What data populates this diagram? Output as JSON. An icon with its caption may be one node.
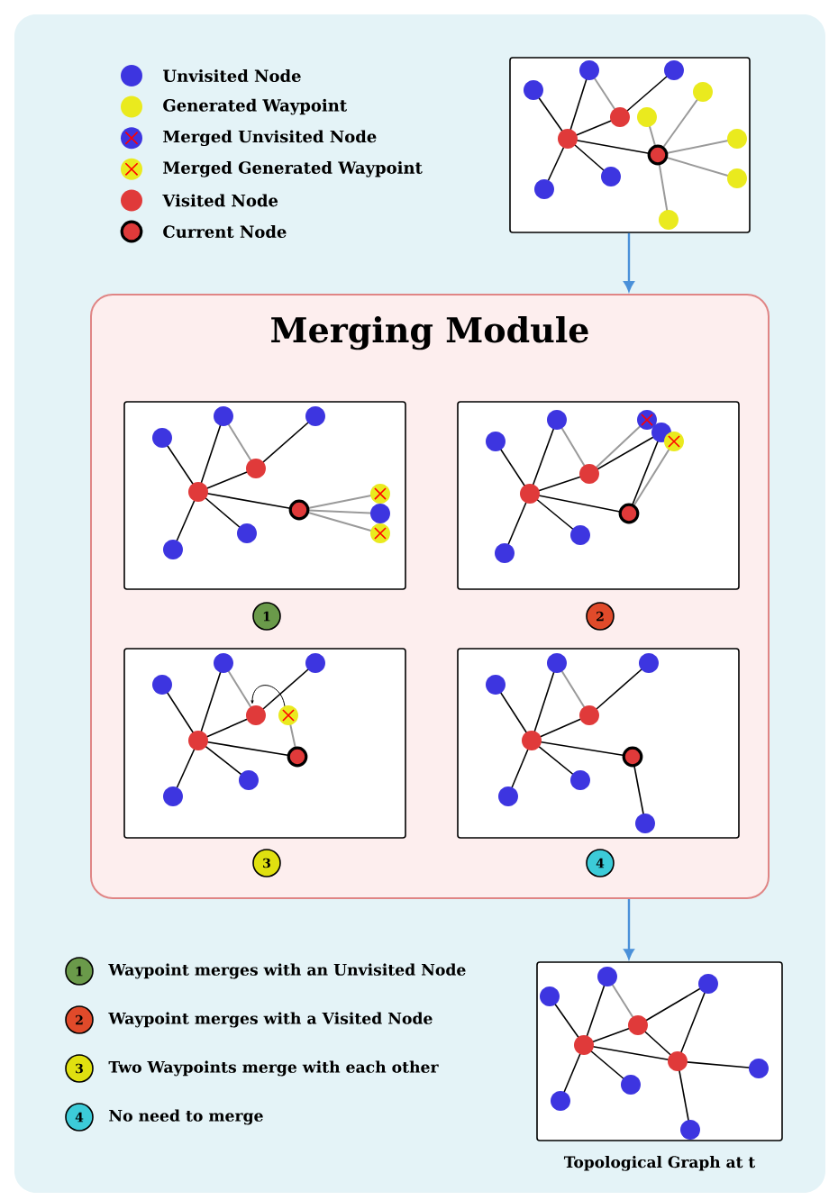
{
  "diagram": {
    "nodes": [
      {
        "text": [],
        "shape": "picture"
      },
      {
        "text": [
          "Merging Module"
        ]
      },
      {
        "text": [],
        "shape": "picture",
        "in": 1
      },
      {
        "text": [
          "1"
        ],
        "in": 1
      },
      {
        "text": [],
        "shape": "picture",
        "in": 1
      },
      {
        "text": [
          "2"
        ],
        "in": 1
      },
      {
        "text": [],
        "shape": "picture",
        "in": 1
      },
      {
        "text": [
          "3"
        ],
        "in": 1
      },
      {
        "text": [],
        "shape": "picture",
        "in": 1
      },
      {
        "text": [
          "4"
        ],
        "in": 1
      },
      {
        "text": [
          "1"
        ],
        "beside": [
          "Waypoint merges with an Unvisited Node"
        ]
      },
      {
        "text": [
          "2"
        ],
        "beside": [
          "Waypoint merges with a Visited Node"
        ]
      },
      {
        "text": [
          "3"
        ],
        "beside": [
          "Two Waypoints merge with each other"
        ]
      },
      {
        "text": [
          "4"
        ],
        "beside": [
          "No need to merge"
        ]
      },
      {
        "text": [],
        "shape": "picture",
        "beside": [
          "Topological Graph at t"
        ]
      }
    ],
    "edges": [
      {
        "from": 0,
        "to": 1,
        "arrow": "to"
      },
      {
        "from": 1,
        "to": 14,
        "arrow": "to"
      }
    ],
    "legend": [
      {
        "text": "Unvisited Node",
        "color": "#3d35e0"
      },
      {
        "text": "Generated Waypoint",
        "color": "#eaea1e"
      },
      {
        "text": "Merged Unvisited Node"
      },
      {
        "text": "Merged Generated Waypoint"
      },
      {
        "text": "Visited Node",
        "color": "#e03a3a"
      },
      {
        "text": "Current Node"
      }
    ]
  }
}
